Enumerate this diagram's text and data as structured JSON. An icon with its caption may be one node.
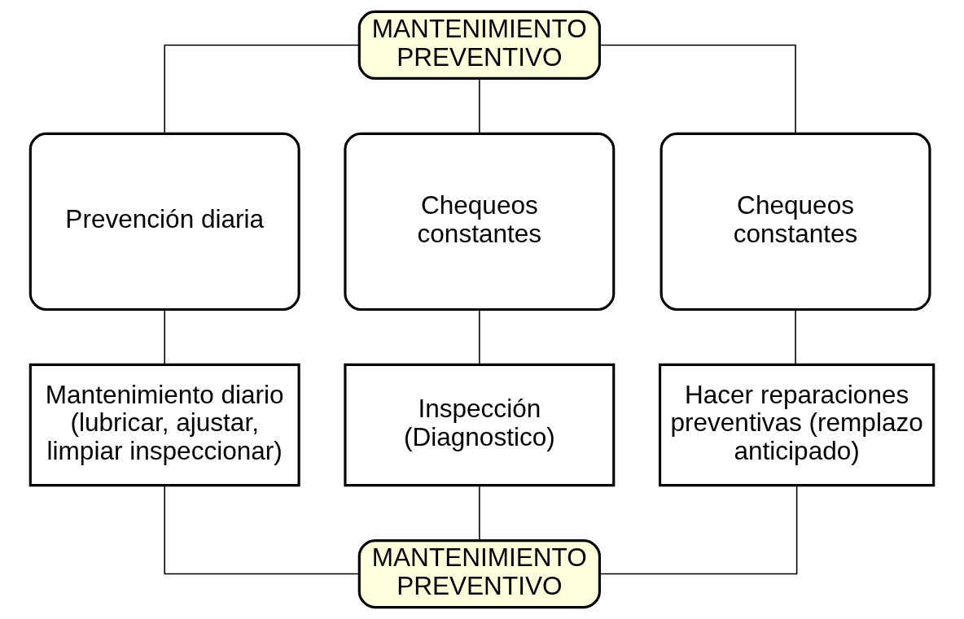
{
  "diagram": {
    "nodes": [
      {
        "text": [
          "MANTENIMIENTO PREVENTIVO"
        ]
      },
      {
        "text": [
          "Prevención diaria"
        ]
      },
      {
        "text": [
          "Chequeos constantes"
        ]
      },
      {
        "text": [
          "Chequeos constantes"
        ]
      },
      {
        "text": [
          "Mantenimiento diario (lubricar, ajustar, limpiar inspeccionar)"
        ]
      },
      {
        "text": [
          "Inspección (Diagnostico)"
        ]
      },
      {
        "text": [
          "Hacer reparaciones preventivas (remplazo anticipado)"
        ]
      },
      {
        "text": [
          "MANTENIMIENTO PREVENTIVO"
        ]
      }
    ],
    "edges": [
      {
        "from": 0,
        "to": 1,
        "arrow": "none"
      },
      {
        "from": 0,
        "to": 2,
        "arrow": "none"
      },
      {
        "from": 0,
        "to": 3,
        "arrow": "none"
      },
      {
        "from": 1,
        "to": 4,
        "arrow": "none"
      },
      {
        "from": 2,
        "to": 5,
        "arrow": "none"
      },
      {
        "from": 3,
        "to": 6,
        "arrow": "none"
      },
      {
        "from": 4,
        "to": 7,
        "arrow": "none"
      },
      {
        "from": 5,
        "to": 7,
        "arrow": "none"
      },
      {
        "from": 6,
        "to": 7,
        "arrow": "none"
      }
    ]
  }
}
